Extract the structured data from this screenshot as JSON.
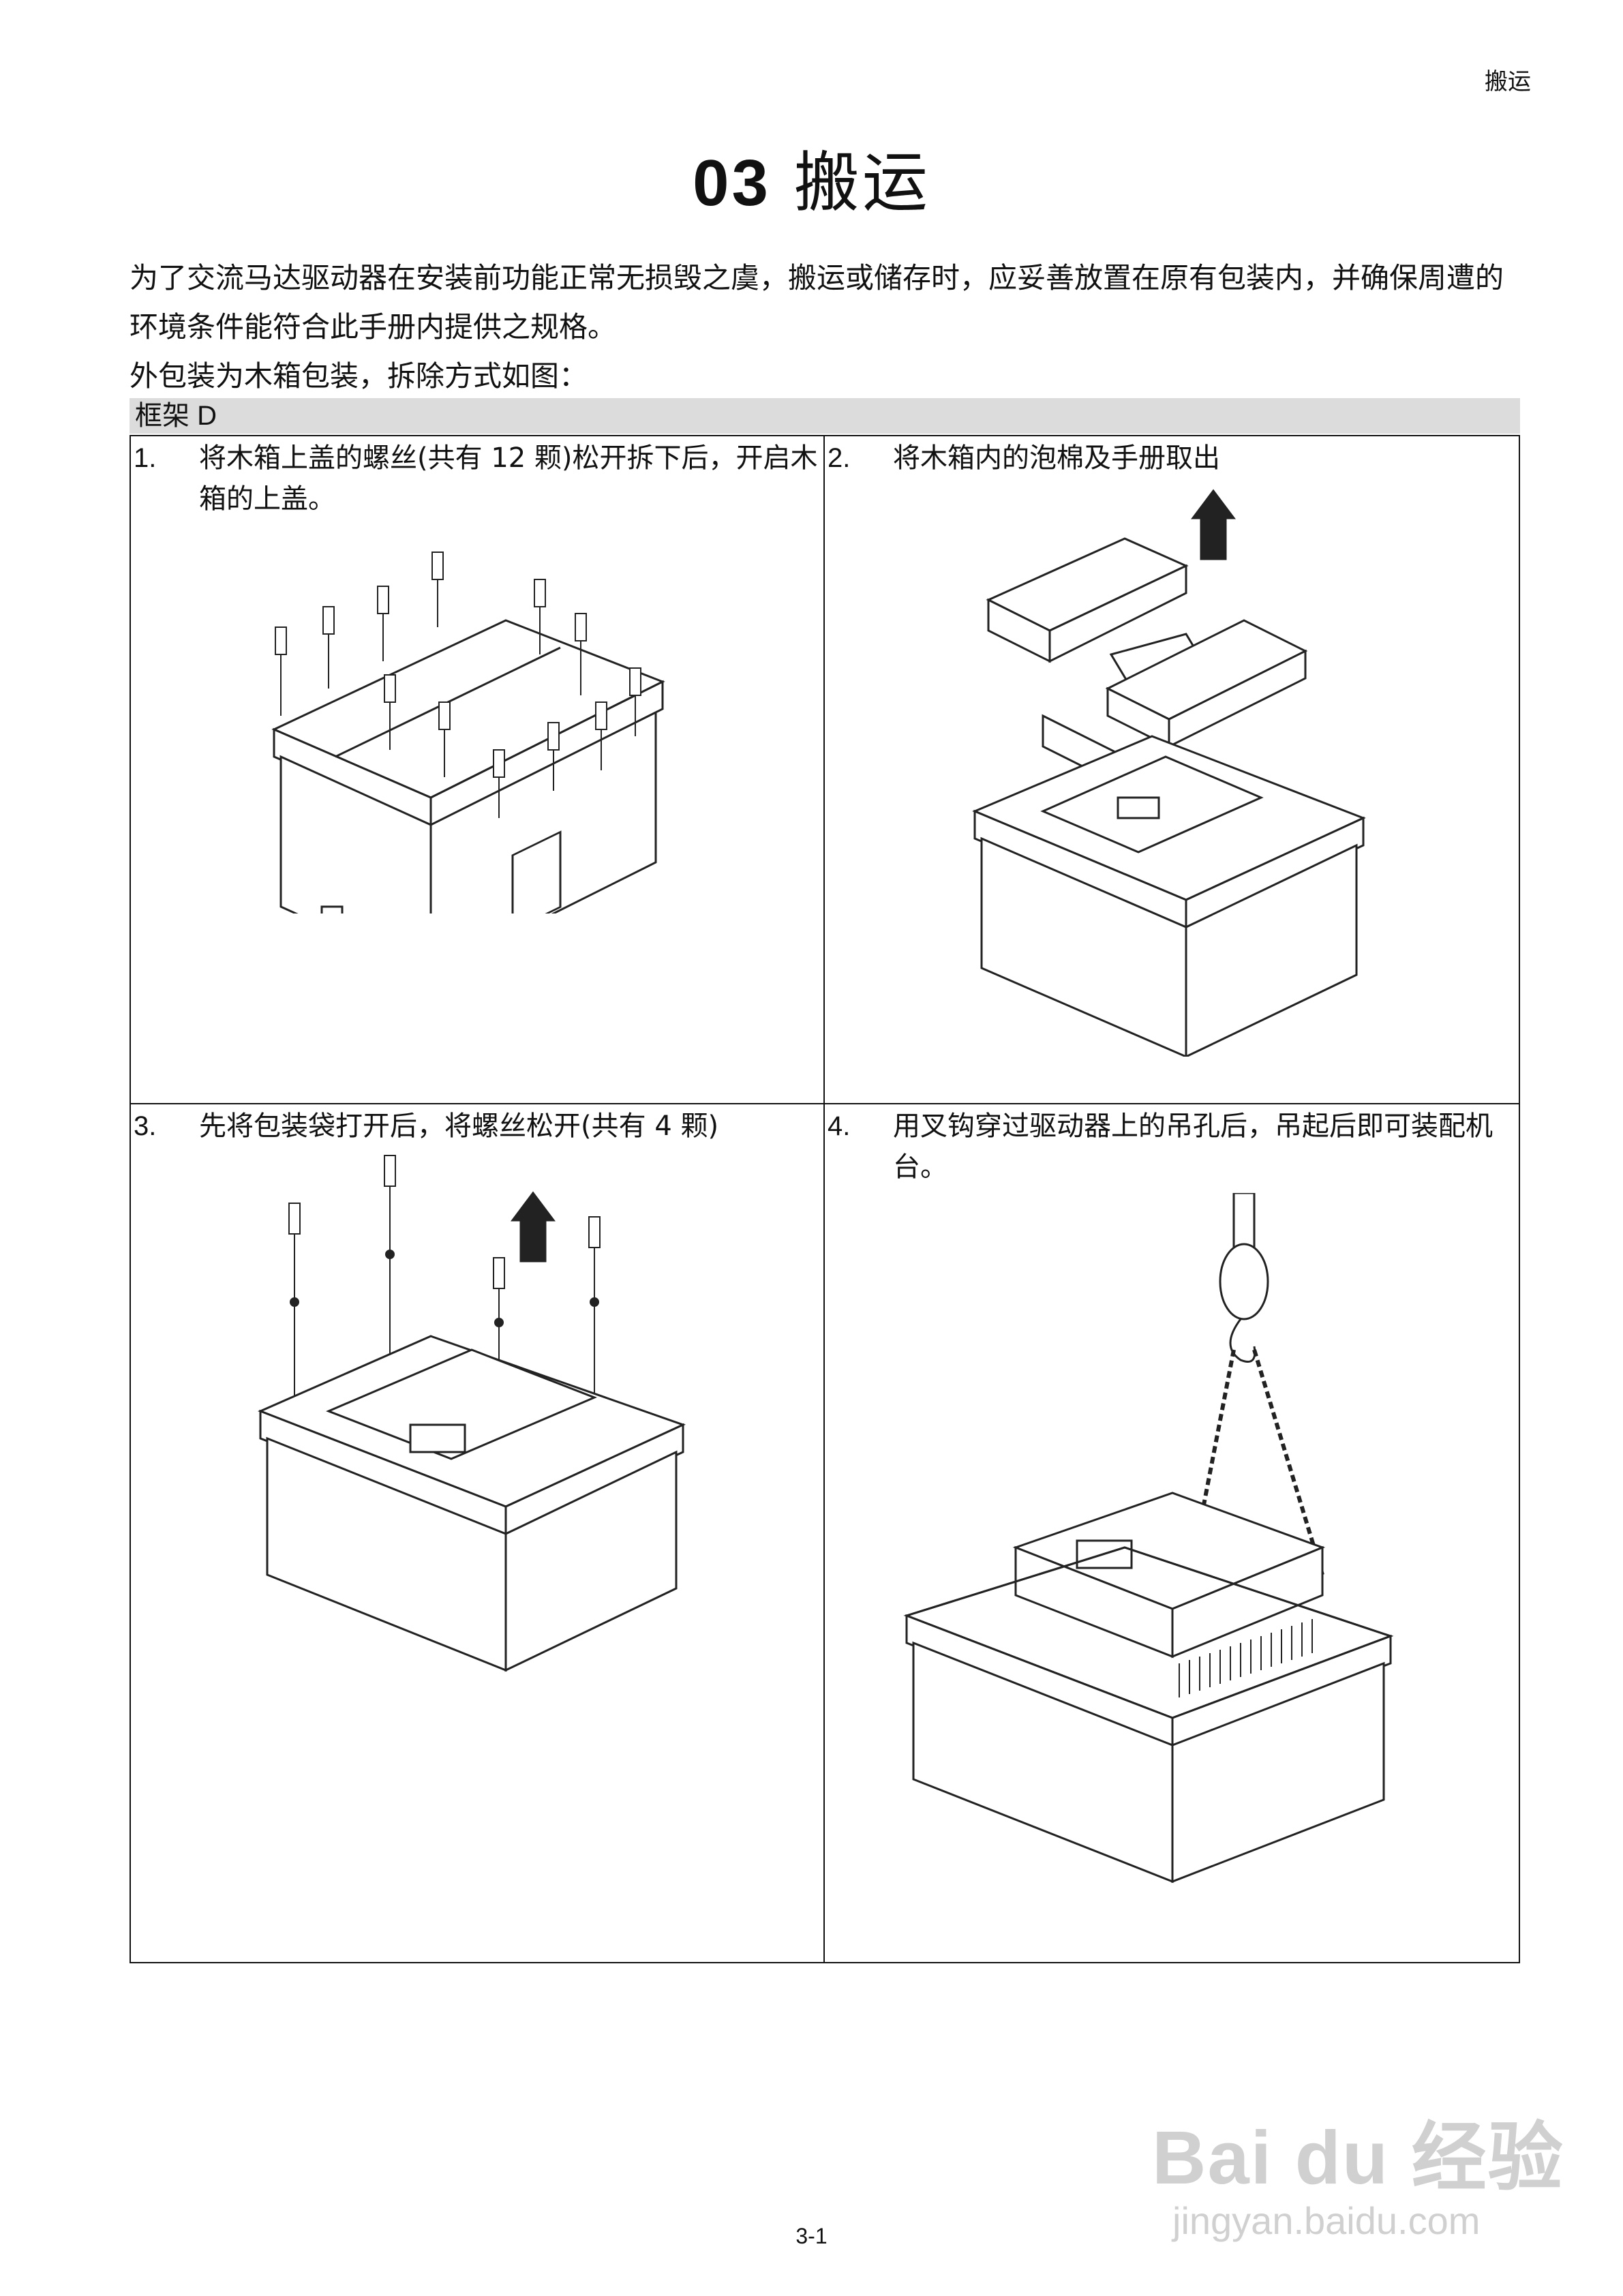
{
  "header": {
    "section": "搬运"
  },
  "title": {
    "number": "03",
    "text": "搬运"
  },
  "intro": {
    "p1": "为了交流马达驱动器在安装前功能正常无损毁之虞，搬运或储存时，应妥善放置在原有包装内，并确保周遭的环境条件能符合此手册内提供之规格。",
    "p2": "外包装为木箱包装，拆除方式如图："
  },
  "frame_label": "框架 D",
  "steps": [
    {
      "num": "1.",
      "text": "将木箱上盖的螺丝(共有 12 颗)松开拆下后，开启木箱的上盖。"
    },
    {
      "num": "2.",
      "text": "将木箱内的泡棉及手册取出"
    },
    {
      "num": "3.",
      "text": "先将包装袋打开后，将螺丝松开(共有 4 颗)"
    },
    {
      "num": "4.",
      "text": "用叉钩穿过驱动器上的吊孔后，吊起后即可装配机台。"
    }
  ],
  "watermark": {
    "brand": "Bai du 经验",
    "url": "jingyan.baidu.com"
  },
  "footer": {
    "page": "3-1"
  }
}
